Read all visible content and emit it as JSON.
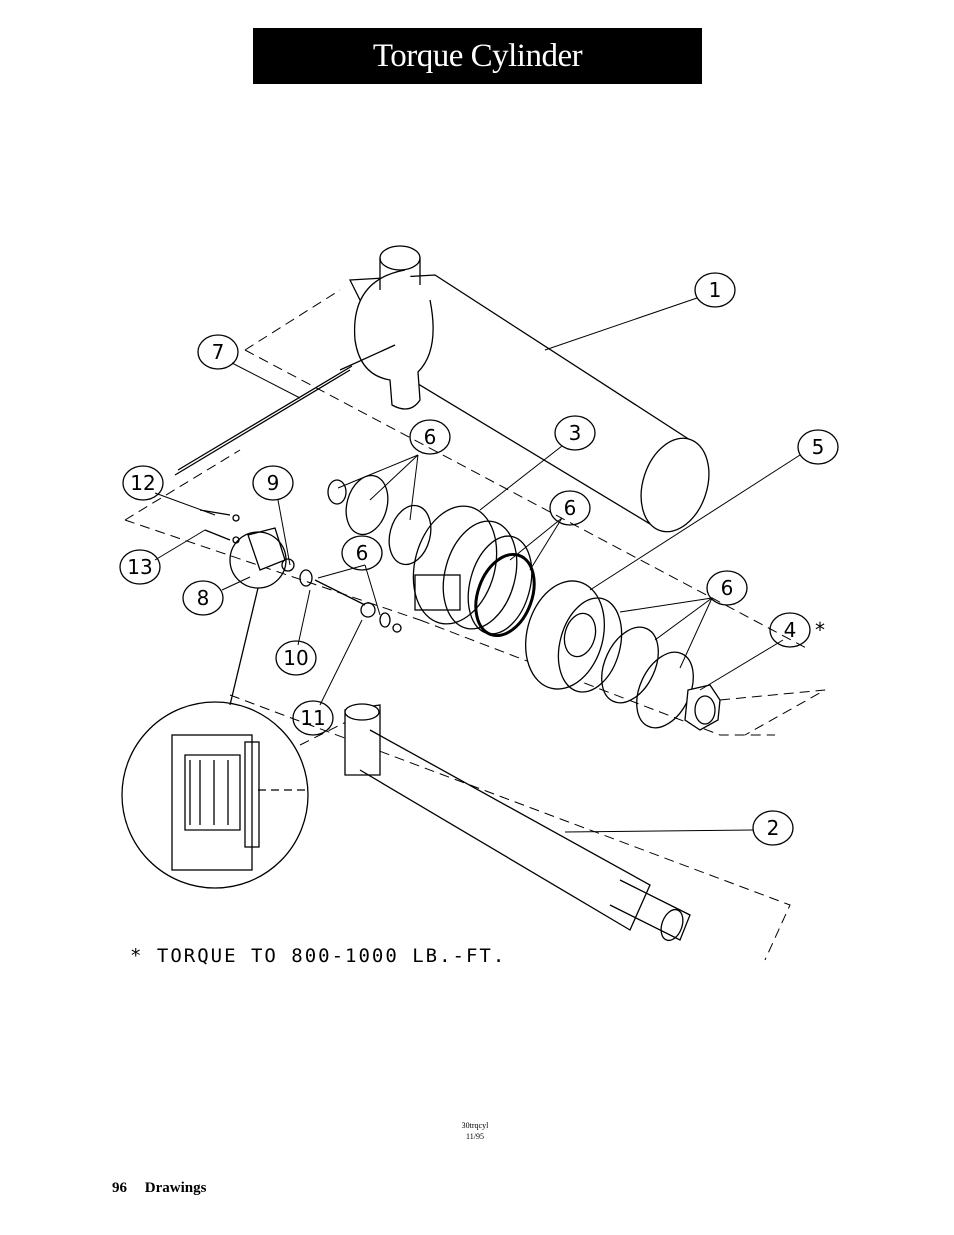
{
  "header": {
    "title": "Torque Cylinder"
  },
  "diagram": {
    "callouts": [
      "1",
      "2",
      "3",
      "4",
      "5",
      "6",
      "6",
      "6",
      "6",
      "7",
      "8",
      "9",
      "10",
      "11",
      "12",
      "13"
    ],
    "torque_marker": "*",
    "note": "* TORQUE TO 800-1000 LB.-FT."
  },
  "file_info": {
    "code": "30trqcyl",
    "date": "11/95"
  },
  "footer": {
    "page_number": "96",
    "section": "Drawings"
  }
}
